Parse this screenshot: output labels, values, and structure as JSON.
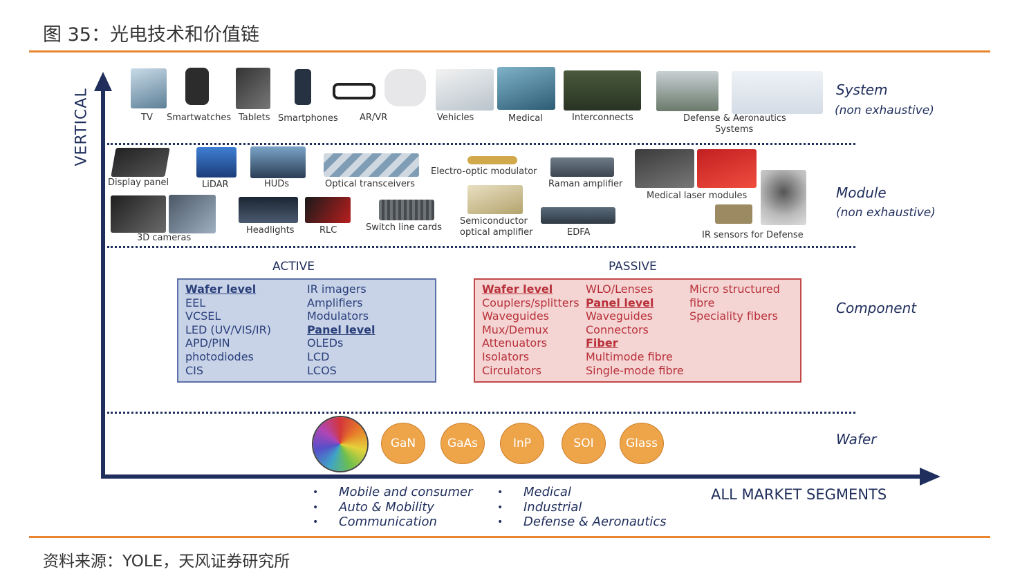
{
  "figure_title": "图 35：光电技术和价值链",
  "source": "资料来源：YOLE，天风证券研究所",
  "axes": {
    "vertical": "VERTICAL",
    "horizontal": "ALL MARKET SEGMENTS"
  },
  "levels": {
    "system": {
      "name": "System",
      "sub": "(non exhaustive)"
    },
    "module": {
      "name": "Module",
      "sub": "(non exhaustive)"
    },
    "component": {
      "name": "Component"
    },
    "wafer": {
      "name": "Wafer"
    }
  },
  "system_items": [
    "TV",
    "Smartwatches",
    "Tablets",
    "Smartphones",
    "AR/VR",
    "Vehicles",
    "Medical",
    "Interconnects",
    "Defense & Aeronautics",
    "Systems"
  ],
  "module_items": [
    "Display panel",
    "LiDAR",
    "HUDs",
    "Optical transceivers",
    "Electro-optic modulator",
    "Raman amplifier",
    "Medical laser modules",
    "3D cameras",
    "Headlights",
    "RLC",
    "Switch line cards",
    "Semiconductor",
    "optical amplifier",
    "EDFA",
    "IR sensors for Defense"
  ],
  "component": {
    "active_title": "ACTIVE",
    "passive_title": "PASSIVE",
    "active_col1": [
      "Wafer level",
      "EEL",
      "VCSEL",
      "LED (UV/VIS/IR)",
      "APD/PIN",
      "photodiodes",
      "CIS"
    ],
    "active_col2": [
      "IR imagers",
      "Amplifiers",
      "Modulators",
      "Panel level",
      "OLEDs",
      "LCD",
      "LCOS"
    ],
    "passive_col1": [
      "Wafer level",
      "Couplers/splitters",
      "Waveguides",
      "Mux/Demux",
      "Attenuators",
      "Isolators",
      "Circulators"
    ],
    "passive_col2": [
      "WLO/Lenses",
      "Panel level",
      "Waveguides",
      "Connectors",
      "Fiber",
      "Multimode fibre",
      "Single-mode fibre"
    ],
    "passive_col3": [
      "Micro structured",
      "fibre",
      "Speciality fibers"
    ]
  },
  "wafers": [
    "GaN",
    "GaAs",
    "InP",
    "SOI",
    "Glass"
  ],
  "bullet": "•",
  "segments_left": [
    "Mobile and consumer",
    "Auto & Mobility",
    "Communication"
  ],
  "segments_right": [
    "Medical",
    "Industrial",
    "Defense & Aeronautics"
  ],
  "colors": {
    "orange": "#e8852e",
    "navy": "#1f2e5c",
    "active_fill": "#c8d3e8",
    "passive_fill": "#f4d5d3",
    "chip": "#eea449"
  }
}
